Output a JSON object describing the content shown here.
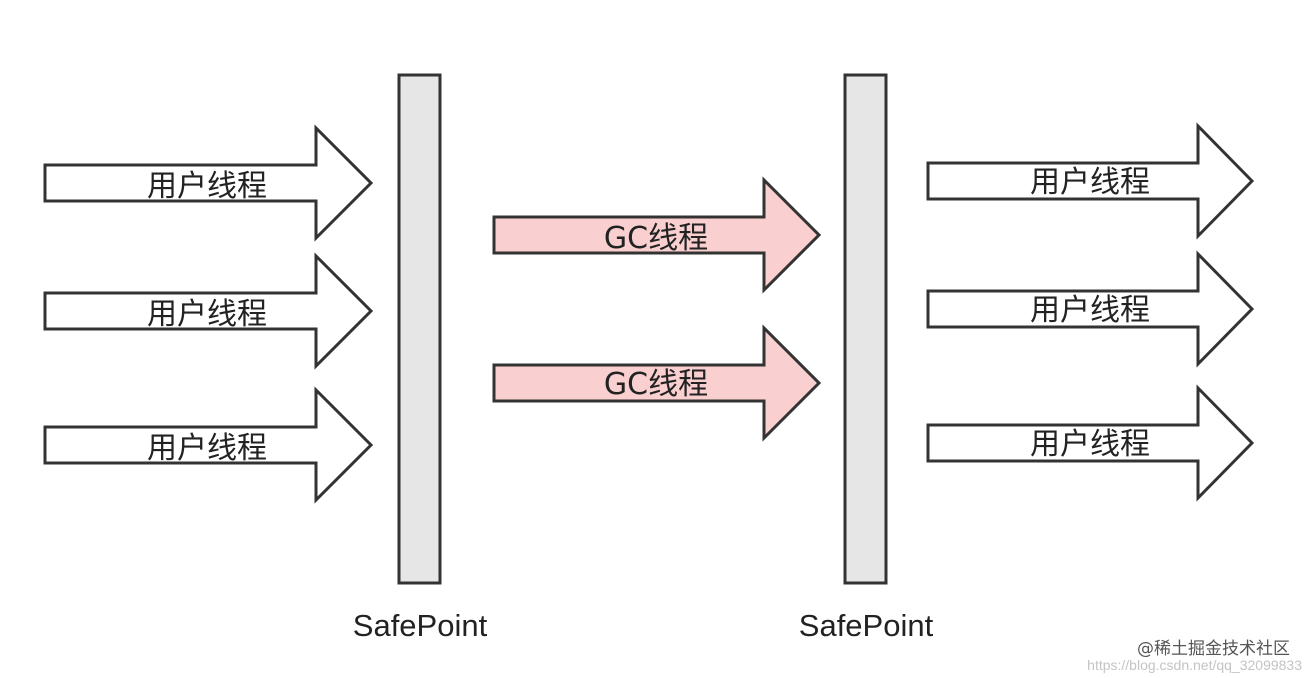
{
  "colors": {
    "user_fill": "#ffffff",
    "gc_fill": "#f9cfcf",
    "bar_fill": "#e6e6e6",
    "stroke": "#333333"
  },
  "arrows": [
    {
      "id": "user-left-1",
      "kind": "user",
      "label": "用户线程"
    },
    {
      "id": "user-left-2",
      "kind": "user",
      "label": "用户线程"
    },
    {
      "id": "user-left-3",
      "kind": "user",
      "label": "用户线程"
    },
    {
      "id": "gc-1",
      "kind": "gc",
      "label": "GC线程"
    },
    {
      "id": "gc-2",
      "kind": "gc",
      "label": "GC线程"
    },
    {
      "id": "user-right-1",
      "kind": "user",
      "label": "用户线程"
    },
    {
      "id": "user-right-2",
      "kind": "user",
      "label": "用户线程"
    },
    {
      "id": "user-right-3",
      "kind": "user",
      "label": "用户线程"
    }
  ],
  "safepoints": [
    {
      "id": "safepoint-1",
      "label": "SafePoint"
    },
    {
      "id": "safepoint-2",
      "label": "SafePoint"
    }
  ],
  "watermark": {
    "label": "@稀土掘金技术社区",
    "url": "https://blog.csdn.net/qq_32099833"
  }
}
